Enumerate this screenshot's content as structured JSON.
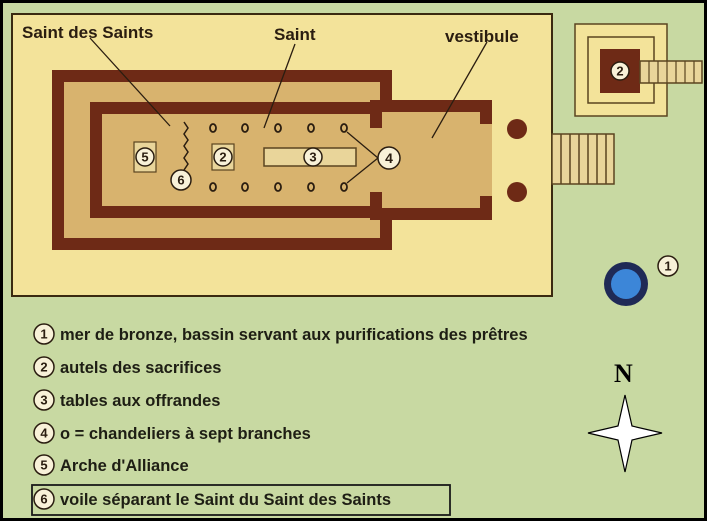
{
  "colors": {
    "background": "#c8d9a2",
    "courtyard": "#f3e39a",
    "plan_fill": "#d8b36e",
    "wall": "#6e2a16",
    "water": "#3c86d8",
    "border": "#1a1a1a"
  },
  "labels": {
    "saint_des_saints": "Saint des Saints",
    "saint": "Saint",
    "vestibule": "vestibule"
  },
  "markers": [
    {
      "id": "marker-1",
      "num": "1"
    },
    {
      "id": "marker-2-altar",
      "num": "2"
    },
    {
      "id": "marker-2-holy",
      "num": "2"
    },
    {
      "id": "marker-3",
      "num": "3"
    },
    {
      "id": "marker-4",
      "num": "4"
    },
    {
      "id": "marker-5",
      "num": "5"
    },
    {
      "id": "marker-6",
      "num": "6"
    }
  ],
  "legend": [
    {
      "num": "1",
      "text": "mer de bronze, bassin servant aux purifications des prêtres"
    },
    {
      "num": "2",
      "text": "autels des sacrifices"
    },
    {
      "num": "3",
      "text": "tables aux offrandes"
    },
    {
      "num": "4",
      "text": "o = chandeliers à sept branches"
    },
    {
      "num": "5",
      "text": "Arche d'Alliance"
    },
    {
      "num": "6",
      "text": "voile séparant le Saint du Saint des Saints"
    }
  ],
  "compass": {
    "north": "N"
  }
}
